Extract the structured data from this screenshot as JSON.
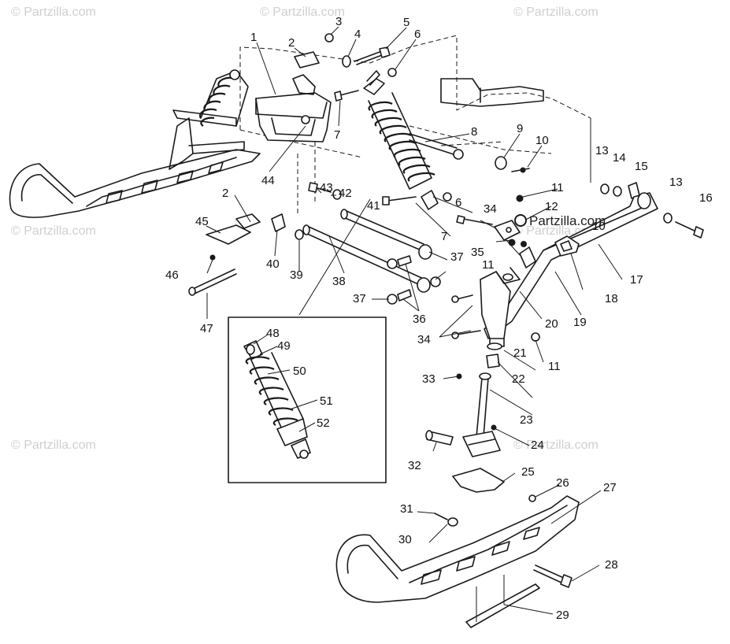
{
  "watermark": {
    "text": "© Partzilla.com"
  },
  "brand_overlay": {
    "text": "Partzilla.com"
  },
  "callouts": {
    "c1": "1",
    "c2a": "2",
    "c2b": "2",
    "c3": "3",
    "c4": "4",
    "c5": "5",
    "c6a": "6",
    "c6b": "6",
    "c7a": "7",
    "c7b": "7",
    "c8": "8",
    "c9": "9",
    "c10": "10",
    "c10b": "10",
    "c11a": "11",
    "c11b": "11",
    "c11c": "11",
    "c12": "12",
    "c13a": "13",
    "c13b": "13",
    "c14": "14",
    "c15": "15",
    "c16": "16",
    "c17": "17",
    "c18": "18",
    "c19": "19",
    "c20": "20",
    "c21": "21",
    "c22": "22",
    "c23": "23",
    "c24": "24",
    "c25": "25",
    "c26": "26",
    "c27": "27",
    "c28": "28",
    "c29": "29",
    "c30": "30",
    "c31": "31",
    "c32": "32",
    "c33": "33",
    "c34a": "34",
    "c34b": "34",
    "c35": "35",
    "c36": "36",
    "c37a": "37",
    "c37b": "37",
    "c38": "38",
    "c39": "39",
    "c40": "40",
    "c41": "41",
    "c42": "42",
    "c43": "43",
    "c44": "44",
    "c45": "45",
    "c46": "46",
    "c47": "47",
    "c48": "48",
    "c49": "49",
    "c50": "50",
    "c51": "51",
    "c52": "52"
  }
}
